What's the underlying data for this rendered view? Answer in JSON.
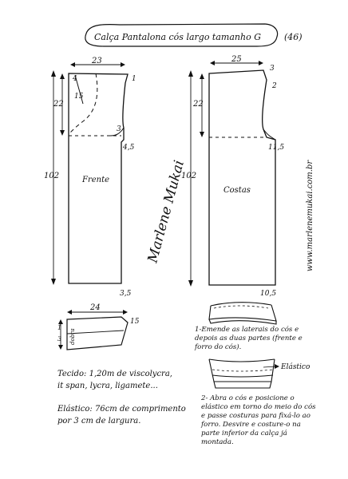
{
  "header": {
    "title": "Calça Pantalona cós largo tamanho G",
    "size_number": "(46)"
  },
  "front_piece": {
    "label": "Frente",
    "width": "23",
    "length": "102",
    "crotch_depth": "22",
    "dart_a": "4",
    "dart_b": "15",
    "waist_rise": "1",
    "crotch_step": "3",
    "crotch_ext": "4,5",
    "hem_ext": "3,5"
  },
  "back_piece": {
    "label": "Costas",
    "width": "25",
    "length": "102",
    "crotch_depth": "22",
    "waist_rise": "3",
    "waist_side": "2",
    "crotch_ext": "11,5",
    "hem_ext": "10,5"
  },
  "waistband": {
    "width": "24",
    "height_label": "15",
    "side_a": "1",
    "side_b": "3",
    "fold_label": "dobra"
  },
  "signature": "Marlene Mukai",
  "website": "www.marlenemukai.com.br",
  "materials": {
    "fabric_line1": "Tecido: 1,20m de viscolycra,",
    "fabric_line2": "it span, lycra, ligamete...",
    "elastic_line1": "Elástico: 76cm de comprimento",
    "elastic_line2": "por 3 cm de largura."
  },
  "steps": {
    "step1": "1-Emende as laterais do cós e depois as duas partes (frente e forro do cós).",
    "step2": "2- Abra o cós e posicione o elástico em torno do meio do cós e passe costuras para fixá-lo ao forro. Desvire e costure-o na parte inferior da calça já montada.",
    "elastic_label": "Elástico"
  }
}
